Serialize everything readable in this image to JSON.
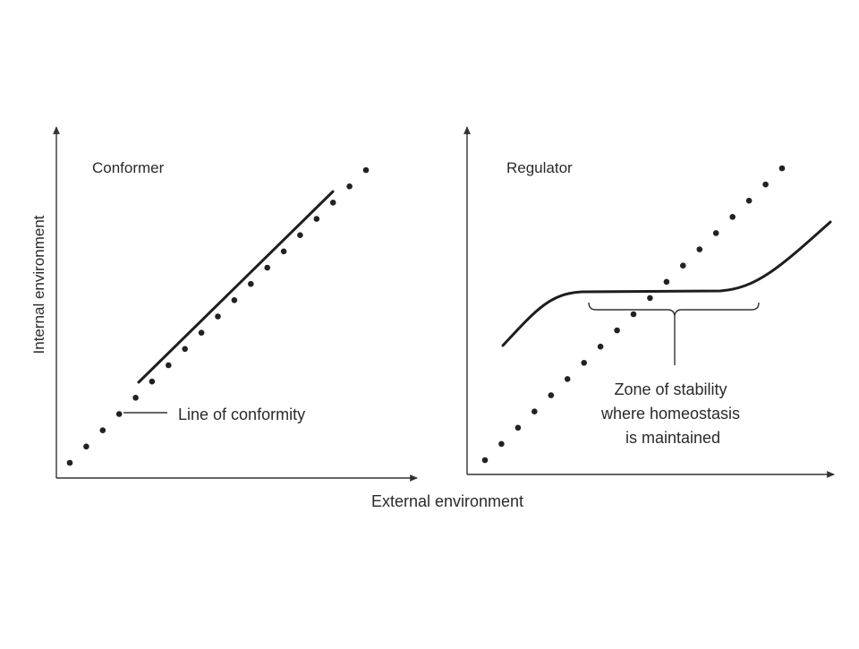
{
  "x_axis_label": "External environment",
  "y_axis_label": "Internal environment",
  "panels": {
    "conformer": {
      "title": "Conformer",
      "annotation": "Line of conformity"
    },
    "regulator": {
      "title": "Regulator",
      "annotation_lines": [
        "Zone of stability",
        "where homeostasis",
        "is maintained"
      ]
    }
  },
  "colors": {
    "ink": "#222222",
    "background": "#ffffff"
  }
}
